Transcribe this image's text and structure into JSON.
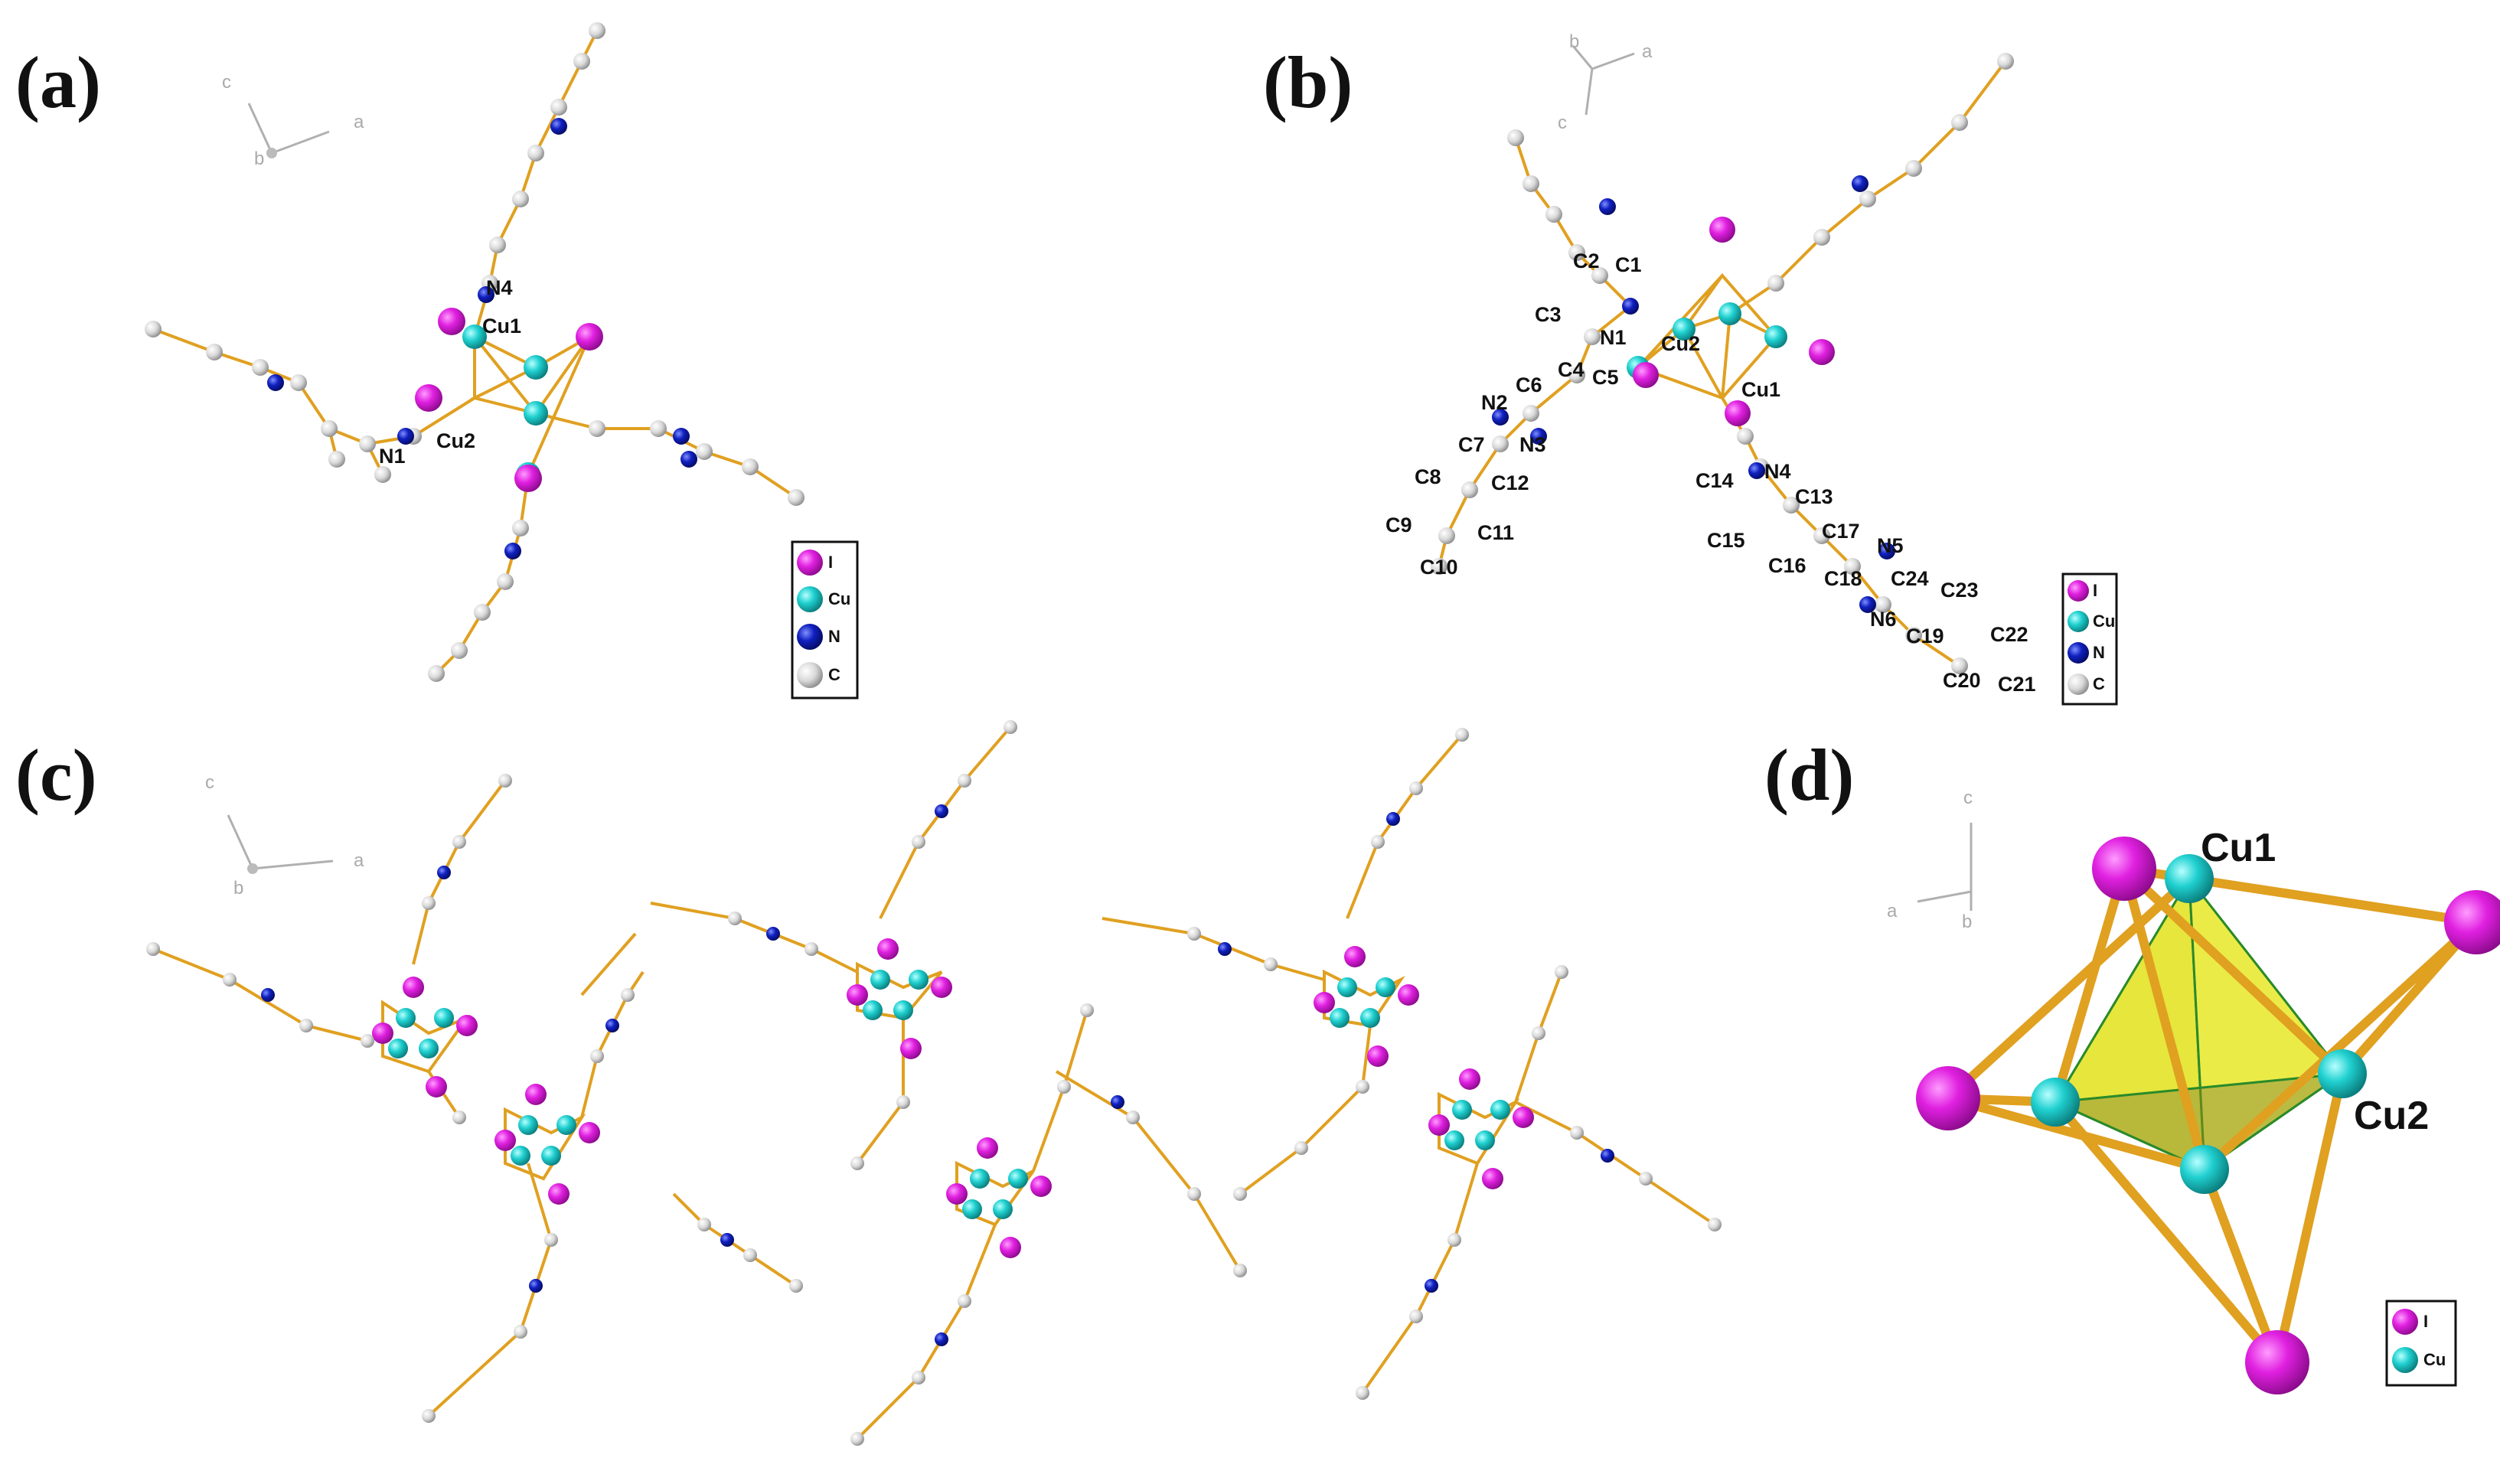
{
  "colors": {
    "iodine": "#e020e0",
    "copper": "#20d0d0",
    "nitrogen": "#1020c0",
    "carbon": "#e0e0e0",
    "bond": "#e0a020",
    "tetrahedron_fill": "#d8d820"
  },
  "panels": {
    "a": {
      "label": "(a)",
      "axes": {
        "c": "c",
        "b": "b",
        "a": "a"
      },
      "atom_labels": [
        "N4",
        "Cu1",
        "Cu2",
        "N1"
      ],
      "legend": [
        "I",
        "Cu",
        "N",
        "C"
      ]
    },
    "b": {
      "label": "(b)",
      "axes": {
        "b": "b",
        "c": "c",
        "a": "a"
      },
      "atom_labels": [
        "C2",
        "C1",
        "C3",
        "N1",
        "Cu2",
        "C6",
        "C4",
        "C5",
        "Cu1",
        "N2",
        "N3",
        "C7",
        "C8",
        "C12",
        "C9",
        "C11",
        "C10",
        "N4",
        "C14",
        "C13",
        "C17",
        "C15",
        "C16",
        "N5",
        "C18",
        "C24",
        "C23",
        "N6",
        "C19",
        "C22",
        "C20",
        "C21"
      ],
      "legend": [
        "I",
        "Cu",
        "N",
        "C"
      ]
    },
    "c": {
      "label": "(c)",
      "axes": {
        "c": "c",
        "b": "b",
        "a": "a"
      }
    },
    "d": {
      "label": "(d)",
      "axes": {
        "c": "c",
        "a": "a",
        "b": "b"
      },
      "atom_labels": [
        "Cu1",
        "Cu2"
      ],
      "legend": [
        "I",
        "Cu"
      ]
    }
  }
}
